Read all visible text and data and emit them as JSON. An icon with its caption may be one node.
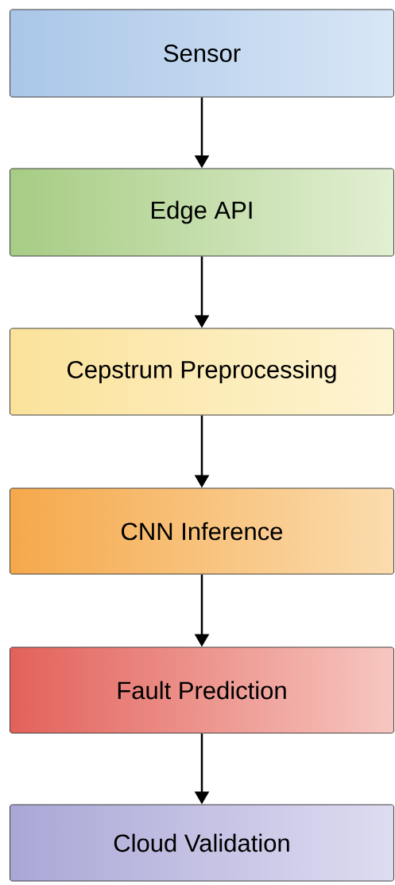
{
  "diagram": {
    "nodes": [
      {
        "text": [
          "Sensor"
        ]
      },
      {
        "text": [
          "Edge API"
        ]
      },
      {
        "text": [
          "Cepstrum Preprocessing"
        ]
      },
      {
        "text": [
          "CNN Inference"
        ]
      },
      {
        "text": [
          "Fault Prediction"
        ]
      },
      {
        "text": [
          "Cloud Validation"
        ]
      }
    ],
    "edges": [
      {
        "from": 0,
        "to": 1,
        "arrow": "to"
      },
      {
        "from": 1,
        "to": 2,
        "arrow": "to"
      },
      {
        "from": 2,
        "to": 3,
        "arrow": "to"
      },
      {
        "from": 3,
        "to": 4,
        "arrow": "to"
      },
      {
        "from": 4,
        "to": 5,
        "arrow": "to"
      }
    ]
  }
}
